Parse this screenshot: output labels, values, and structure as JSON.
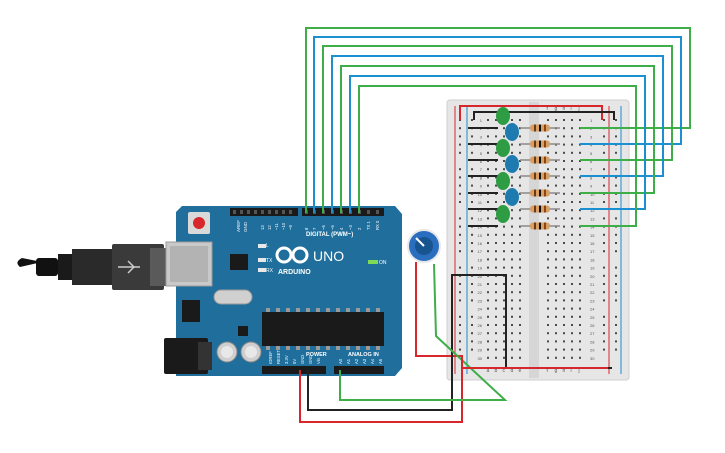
{
  "board": {
    "brand_text": "ARDUINO",
    "model_text": "UNO",
    "on_label": "ON",
    "digital_label": "DIGITAL (PWM~)",
    "aref_label": "AREF",
    "gnd_label": "GND",
    "tx_label": "TX",
    "rx_label": "RX",
    "l_label": "L",
    "power_label": "POWER",
    "analog_label": "ANALOG IN",
    "digital_pins": [
      "13",
      "12",
      "~11",
      "~10",
      "~9",
      "8",
      "7",
      "~6",
      "~5",
      "4",
      "~3",
      "2",
      "TX 1",
      "RX 0"
    ],
    "power_pins": [
      "IOREF",
      "RESET",
      "3.3V",
      "5V",
      "GND",
      "GND",
      "Vin"
    ],
    "analog_pins": [
      "A0",
      "A1",
      "A2",
      "A3",
      "A4",
      "A5"
    ]
  },
  "breadboard": {
    "col_letters_left": [
      "a",
      "b",
      "c",
      "d",
      "e"
    ],
    "col_letters_right": [
      "f",
      "g",
      "h",
      "i",
      "j"
    ],
    "row_numbers": [
      "1",
      "2",
      "3",
      "4",
      "5",
      "6",
      "7",
      "8",
      "9",
      "10",
      "11",
      "12",
      "13",
      "14",
      "15",
      "16",
      "17",
      "18",
      "19",
      "20",
      "21",
      "22",
      "23",
      "24",
      "25",
      "26",
      "27",
      "28",
      "29",
      "30"
    ]
  },
  "colors": {
    "board": "#1f6e9c",
    "wire_green": "#3fae49",
    "wire_blue": "#1b8fcf",
    "wire_red": "#d7262c",
    "wire_black": "#222222",
    "led_green": "#2e9c43",
    "led_blue": "#1d7bb0",
    "resistor": "#d9a066",
    "pot": "#2a6fbf"
  },
  "icons": {
    "usb": "usb-connector-icon",
    "reset": "reset-button-icon",
    "pot": "potentiometer-icon"
  }
}
